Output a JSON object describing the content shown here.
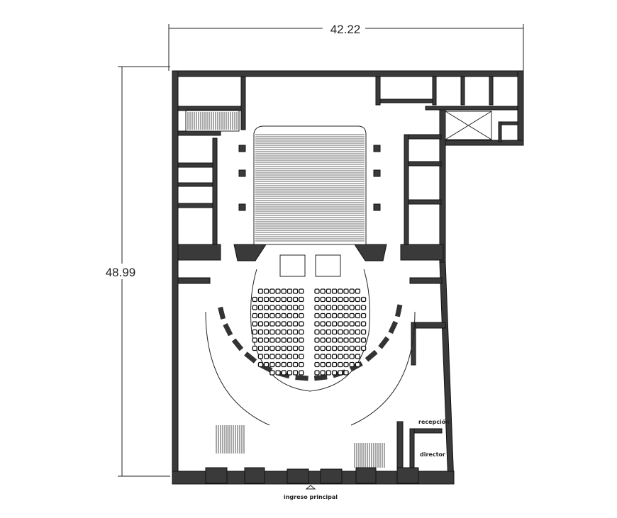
{
  "dimensions": {
    "width": "42.22",
    "height": "48.99"
  },
  "rooms": {
    "reception": "recepción",
    "director": "director"
  },
  "entrance": {
    "label": "ingreso principal"
  },
  "seating": {
    "rows_per_side": 11
  },
  "colors": {
    "wall": "#3a3a3a",
    "line": "#222222",
    "background": "#ffffff"
  }
}
